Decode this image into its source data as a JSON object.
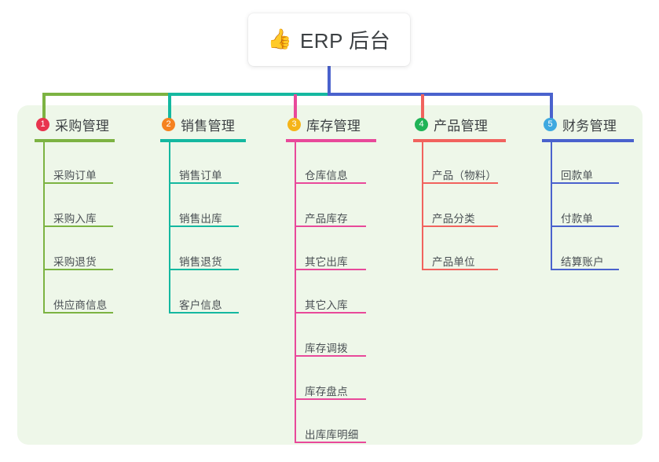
{
  "diagram": {
    "type": "mind-map",
    "title": "ERP 后台",
    "root": {
      "label": "ERP 后台",
      "icon": "thumbs-up-icon",
      "icon_glyph": "👍",
      "icon_color": "#f2b632"
    },
    "panel_color": "#eef7e9",
    "background_color": "#ffffff",
    "branches": [
      {
        "index": "1",
        "label": "采购管理",
        "color": "#7cb342",
        "badge_color": "#e8344e",
        "children": [
          "采购订单",
          "采购入库",
          "采购退货",
          "供应商信息"
        ]
      },
      {
        "index": "2",
        "label": "销售管理",
        "color": "#14b8a0",
        "badge_color": "#f58220",
        "children": [
          "销售订单",
          "销售出库",
          "销售退货",
          "客户信息"
        ]
      },
      {
        "index": "3",
        "label": "库存管理",
        "color": "#e8499a",
        "badge_color": "#f5b418",
        "children": [
          "仓库信息",
          "产品库存",
          "其它出库",
          "其它入库",
          "库存调拨",
          "库存盘点",
          "出库库明细"
        ]
      },
      {
        "index": "4",
        "label": "产品管理",
        "color": "#f1635e",
        "badge_color": "#1fb356",
        "children": [
          "产品（物料）",
          "产品分类",
          "产品单位"
        ]
      },
      {
        "index": "5",
        "label": "财务管理",
        "color": "#4a62cd",
        "badge_color": "#3fa9e0",
        "children": [
          "回款单",
          "付款单",
          "结算账户"
        ]
      }
    ]
  }
}
